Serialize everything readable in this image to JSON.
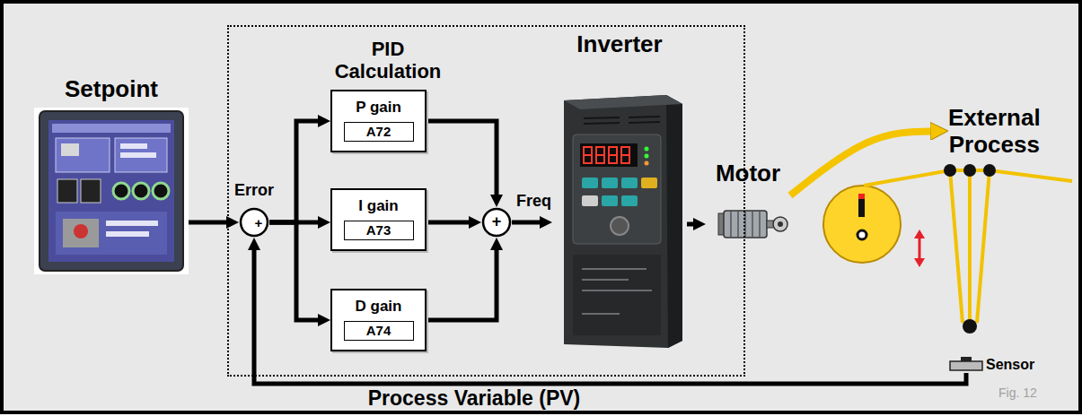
{
  "diagram": {
    "nodes": [
      {
        "text": [
          "Setpoint"
        ]
      },
      {
        "text": [
          "PID Calculation"
        ]
      },
      {
        "text": [
          "Error",
          "+"
        ],
        "in": 1
      },
      {
        "text": [
          "P gain"
        ],
        "in": 1
      },
      {
        "text": [
          "A72"
        ],
        "in": 3
      },
      {
        "text": [
          "I gain"
        ],
        "in": 1
      },
      {
        "text": [
          "A73"
        ],
        "in": 5
      },
      {
        "text": [
          "D gain"
        ],
        "in": 1
      },
      {
        "text": [
          "A74"
        ],
        "in": 7
      },
      {
        "text": [
          "+"
        ],
        "in": 1
      },
      {
        "text": [
          "Inverter"
        ],
        "in": 1
      },
      {
        "text": [
          "Motor"
        ]
      },
      {
        "text": [
          "External Process"
        ]
      },
      {
        "text": [
          "Sensor"
        ]
      }
    ],
    "edges": [
      {
        "from": 0,
        "to": 2,
        "arrow": "to"
      },
      {
        "from": 2,
        "to": 3,
        "arrow": "to"
      },
      {
        "from": 2,
        "to": 5,
        "arrow": "to"
      },
      {
        "from": 2,
        "to": 7,
        "arrow": "to"
      },
      {
        "from": 3,
        "to": 9,
        "arrow": "to"
      },
      {
        "from": 5,
        "to": 9,
        "arrow": "to"
      },
      {
        "from": 7,
        "to": 9,
        "arrow": "to"
      },
      {
        "from": 9,
        "to": 10,
        "label": "Freq",
        "arrow": "to"
      },
      {
        "from": 10,
        "to": 11,
        "arrow": "to"
      },
      {
        "from": 11,
        "to": 12,
        "arrow": "to"
      },
      {
        "from": 13,
        "to": 2,
        "label": "Process Variable (PV)",
        "arrow": "to"
      }
    ],
    "labels": [
      "Fig. 12"
    ]
  }
}
